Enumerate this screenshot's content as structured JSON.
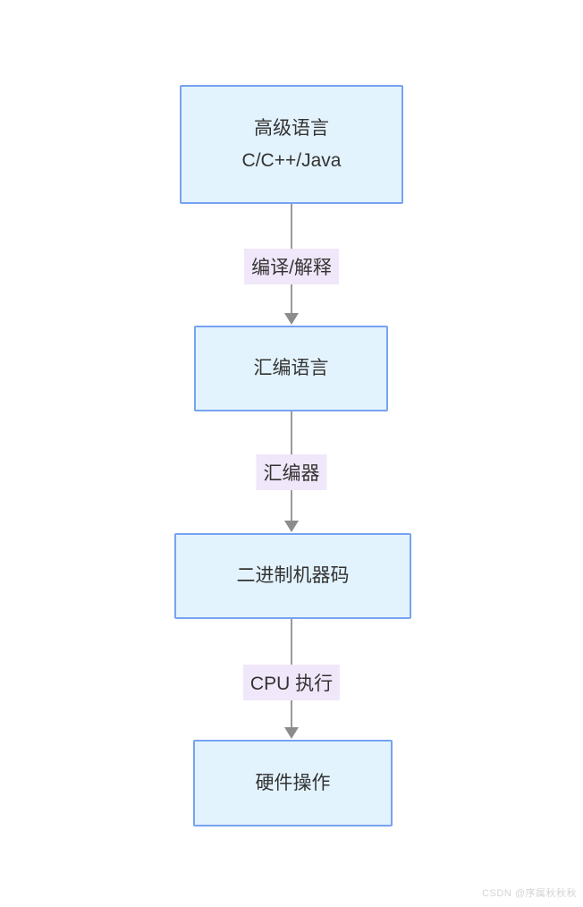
{
  "diagram": {
    "title": "language-compilation-flowchart",
    "nodes": [
      {
        "id": "high-level-language",
        "lines": [
          "高级语言",
          "C/C++/Java"
        ]
      },
      {
        "id": "assembly-language",
        "lines": [
          "汇编语言"
        ]
      },
      {
        "id": "binary-machine-code",
        "lines": [
          "二进制机器码"
        ]
      },
      {
        "id": "hardware-operation",
        "lines": [
          "硬件操作"
        ]
      }
    ],
    "edges": [
      {
        "from": "high-level-language",
        "to": "assembly-language",
        "label": "编译/解释"
      },
      {
        "from": "assembly-language",
        "to": "binary-machine-code",
        "label": "汇编器"
      },
      {
        "from": "binary-machine-code",
        "to": "hardware-operation",
        "label": "CPU 执行"
      }
    ],
    "colors": {
      "node_fill": "#e3f3fd",
      "node_border": "#76a3f1",
      "node_text": "#333333",
      "edge_line": "#999999",
      "arrowhead": "#8c8c8c",
      "edge_label_bg": "#f0e7fa",
      "edge_label_text": "#333333",
      "background": "#ffffff"
    }
  },
  "watermark": {
    "text": "CSDN @序属秋秋秋",
    "color": "#d4d4d4"
  }
}
